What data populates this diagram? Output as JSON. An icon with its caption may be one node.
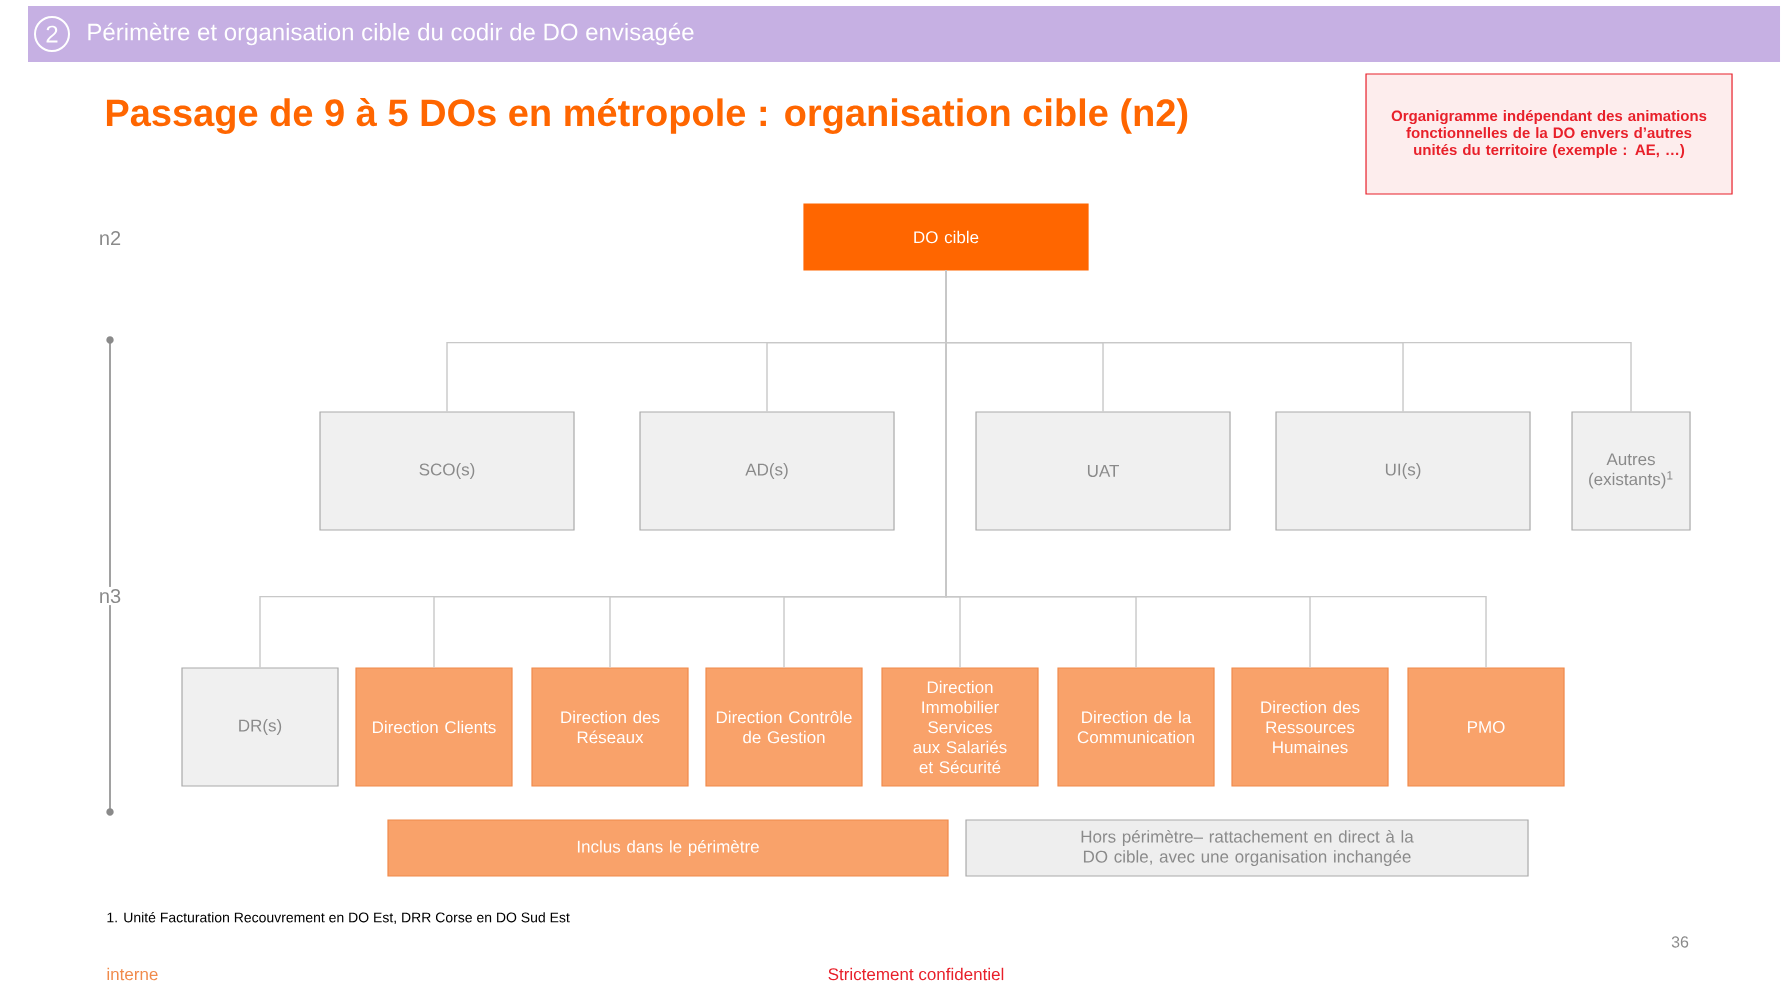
{
  "diagram": {
    "title": "Passage de 9 à 5 DOs en métropole : organisation cible (n2)",
    "nodes": [
      {
        "text": [
          "DO cible"
        ]
      },
      {
        "text": [
          "SCO(s)"
        ]
      },
      {
        "text": [
          "AD(s)"
        ]
      },
      {
        "text": [
          "UAT"
        ]
      },
      {
        "text": [
          "UI(s)"
        ]
      },
      {
        "text": [
          "Autres (existants)$^{1}$"
        ]
      },
      {
        "text": [
          "DR(s)"
        ]
      },
      {
        "text": [
          "Direction Clients"
        ]
      },
      {
        "text": [
          "Direction des Réseaux"
        ]
      },
      {
        "text": [
          "Direction Contrôle de Gestion"
        ]
      },
      {
        "text": [
          "Direction Immobilier Services aux Salariés et Sécurité"
        ]
      },
      {
        "text": [
          "Direction de la Communication"
        ]
      },
      {
        "text": [
          "Direction des Ressources Humaines"
        ]
      },
      {
        "text": [
          "PMO"
        ]
      },
      {
        "text": [
          "Organigramme indépendant des animations fonctionnelles de la DO envers d’autres unités du territoire (exemple : AE, …)"
        ]
      }
    ],
    "edges": [
      {
        "from": 0,
        "to": 1,
        "arrow": "none"
      },
      {
        "from": 0,
        "to": 2,
        "arrow": "none"
      },
      {
        "from": 0,
        "to": 3,
        "arrow": "none"
      },
      {
        "from": 0,
        "to": 4,
        "arrow": "none"
      },
      {
        "from": 0,
        "to": 5,
        "arrow": "none"
      },
      {
        "from": 0,
        "to": 6,
        "arrow": "none"
      },
      {
        "from": 0,
        "to": 7,
        "arrow": "none"
      },
      {
        "from": 0,
        "to": 8,
        "arrow": "none"
      },
      {
        "from": 0,
        "to": 9,
        "arrow": "none"
      },
      {
        "from": 0,
        "to": 10,
        "arrow": "none"
      },
      {
        "from": 0,
        "to": 11,
        "arrow": "none"
      },
      {
        "from": 0,
        "to": 12,
        "arrow": "none"
      },
      {
        "from": 0,
        "to": 13,
        "arrow": "none"
      }
    ],
    "labels": [
      "2",
      "Périmètre et organisation cible du codir de DO envisagée",
      "n2",
      "n3",
      "1. Unité Facturation Recouvrement en DO Est, DRR Corse en DO Sud Est",
      "36",
      "interne",
      "Strictement confidentiel"
    ],
    "legend": [
      {
        "text": "Inclus dans le périmètre",
        "color": "#f9a26a"
      },
      {
        "text": "Hors périmètre– rattachement en direct à la DO cible, avec une organisation inchangée",
        "color": "#eeeeee"
      }
    ]
  }
}
